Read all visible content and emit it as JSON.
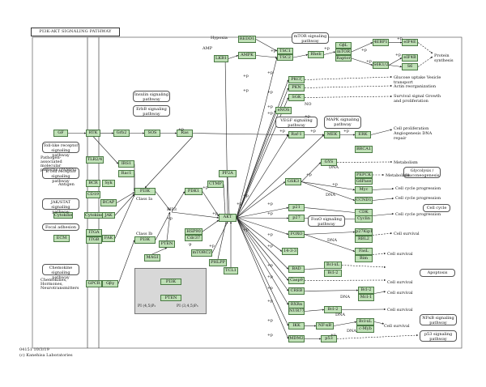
{
  "diagram": {
    "title": "PI3K-AKT SIGNALING PATHWAY",
    "footer": {
      "code": "04151 10/3/19",
      "copyright": "(c) Kanehisa Laboratories"
    },
    "inset": {
      "pi3k": "PI3K",
      "pten": "PTEN",
      "pip2": "PI (4,5)P₂",
      "pip3": "PI (3,4,5)P₃"
    }
  },
  "genes": [
    {
      "id": "GF",
      "label": "GF"
    },
    {
      "id": "RTK",
      "label": "RTK"
    },
    {
      "id": "Grb2",
      "label": "Grb2"
    },
    {
      "id": "SOS",
      "label": "SOS"
    },
    {
      "id": "Ras",
      "label": "Ras"
    },
    {
      "id": "TLR24",
      "label": "TLR2/4"
    },
    {
      "id": "BCR",
      "label": "BCR"
    },
    {
      "id": "Syk",
      "label": "Syk"
    },
    {
      "id": "CD19",
      "label": "CD19"
    },
    {
      "id": "BCAP",
      "label": "BCAP"
    },
    {
      "id": "Cytokine",
      "label": "Cytokine"
    },
    {
      "id": "CytokineR",
      "label": "CytokineR"
    },
    {
      "id": "JAK",
      "label": "JAK"
    },
    {
      "id": "ECM",
      "label": "ECM"
    },
    {
      "id": "ITGA",
      "label": "ITGA"
    },
    {
      "id": "ITGB",
      "label": "ITGB"
    },
    {
      "id": "FAK",
      "label": "FAK"
    },
    {
      "id": "GPCR",
      "label": "GPCR"
    },
    {
      "id": "Gby",
      "label": "Gβγ"
    },
    {
      "id": "IRS1",
      "label": "IRS1"
    },
    {
      "id": "Rac1",
      "label": "Rac1"
    },
    {
      "id": "PI3K_Ia",
      "label": "PI3K"
    },
    {
      "id": "PI3K_Ib",
      "label": "PI3K"
    },
    {
      "id": "PTEN",
      "label": "PTEN"
    },
    {
      "id": "MAGI",
      "label": "MAGI"
    },
    {
      "id": "PDK1",
      "label": "PDK1"
    },
    {
      "id": "PP2A",
      "label": "PP2A"
    },
    {
      "id": "CTMP",
      "label": "CTMP"
    },
    {
      "id": "HSP90",
      "label": "HSP90"
    },
    {
      "id": "Cdc37",
      "label": "Cdc37"
    },
    {
      "id": "mTORC2",
      "label": "mTORC2"
    },
    {
      "id": "PHLPP",
      "label": "PHLPP"
    },
    {
      "id": "TCL1",
      "label": "TCL1"
    },
    {
      "id": "AKT",
      "label": "AKT"
    },
    {
      "id": "REDD1",
      "label": "REDD1"
    },
    {
      "id": "AMPK",
      "label": "AMPK"
    },
    {
      "id": "LKB1",
      "label": "LKB1"
    },
    {
      "id": "TSC1",
      "label": "TSC1"
    },
    {
      "id": "TSC2",
      "label": "TSC2"
    },
    {
      "id": "Rheb",
      "label": "Rheb"
    },
    {
      "id": "GbL",
      "label": "GβL"
    },
    {
      "id": "mTOR",
      "label": "mTOR"
    },
    {
      "id": "Raptor",
      "label": "Raptor"
    },
    {
      "id": "4EBP1",
      "label": "4EBP1"
    },
    {
      "id": "eIF4E",
      "label": "eIF4E"
    },
    {
      "id": "S6K12",
      "label": "S6K1/2"
    },
    {
      "id": "eIF4B",
      "label": "eIF4B"
    },
    {
      "id": "S6",
      "label": "S6"
    },
    {
      "id": "PKCz",
      "label": "PKCζ"
    },
    {
      "id": "PKN",
      "label": "PKN"
    },
    {
      "id": "SGK",
      "label": "SGK"
    },
    {
      "id": "eNOS",
      "label": "eNOS"
    },
    {
      "id": "Raf1",
      "label": "Raf-1"
    },
    {
      "id": "MEK",
      "label": "MEK"
    },
    {
      "id": "ERK",
      "label": "ERK"
    },
    {
      "id": "BRCA1",
      "label": "BRCA1"
    },
    {
      "id": "GYS",
      "label": "GYS"
    },
    {
      "id": "GSK3",
      "label": "GSK3"
    },
    {
      "id": "PEPCK",
      "label": "PEPCK"
    },
    {
      "id": "G6Pase",
      "label": "G6Pase"
    },
    {
      "id": "Myc",
      "label": "Myc"
    },
    {
      "id": "CCND1",
      "label": "CCND1"
    },
    {
      "id": "p21",
      "label": "p21"
    },
    {
      "id": "p27",
      "label": "p27"
    },
    {
      "id": "CDK",
      "label": "CDK"
    },
    {
      "id": "Cyclin",
      "label": "Cyclin"
    },
    {
      "id": "FOXO",
      "label": "FOXO"
    },
    {
      "id": "p27Kip1",
      "label": "p27Kip1"
    },
    {
      "id": "RBL2",
      "label": "RBL2"
    },
    {
      "id": "FasL",
      "label": "FasL"
    },
    {
      "id": "Bim",
      "label": "Bim"
    },
    {
      "id": "1433",
      "label": "14-3-3"
    },
    {
      "id": "BAD",
      "label": "BAD"
    },
    {
      "id": "BclxL",
      "label": "Bcl-xL"
    },
    {
      "id": "Bcl2a",
      "label": "Bcl-2"
    },
    {
      "id": "Casp9",
      "label": "Casp9"
    },
    {
      "id": "CREB",
      "label": "CREB"
    },
    {
      "id": "Bcl2b",
      "label": "Bcl-2"
    },
    {
      "id": "Mcl1",
      "label": "Mcl-1"
    },
    {
      "id": "RXRa",
      "label": "RXRα"
    },
    {
      "id": "NUR77",
      "label": "NUR77"
    },
    {
      "id": "Bcl2c",
      "label": "Bcl-2"
    },
    {
      "id": "IKK",
      "label": "IKK"
    },
    {
      "id": "NFkB",
      "label": "NF-κB"
    },
    {
      "id": "BclxL2",
      "label": "Bcl-xL"
    },
    {
      "id": "cMyb",
      "label": "c-Myb"
    },
    {
      "id": "MDM2",
      "label": "MDM2"
    },
    {
      "id": "p53",
      "label": "p53"
    }
  ],
  "maps": [
    {
      "id": "m_tlr",
      "label": "Toll-like receptor signaling pathway"
    },
    {
      "id": "m_bcr",
      "label": "B cell receptor signaling pathway"
    },
    {
      "id": "m_jak",
      "label": "JAK/STAT signaling pathway"
    },
    {
      "id": "m_focal",
      "label": "Focal adhesion"
    },
    {
      "id": "m_chemo",
      "label": "Chemokine signaling pathway"
    },
    {
      "id": "m_insulin",
      "label": "Insulin signaling pathway"
    },
    {
      "id": "m_erbb",
      "label": "ErbB signaling pathway"
    },
    {
      "id": "m_mtor",
      "label": "mTOR signaling pathway"
    },
    {
      "id": "m_vegf",
      "label": "VEGF signaling pathway"
    },
    {
      "id": "m_mapk",
      "label": "MAPK signaling pathway"
    },
    {
      "id": "m_glyco",
      "label": "Glycolysis / Gluconeogenesis"
    },
    {
      "id": "m_cellcycle",
      "label": "Cell cycle"
    },
    {
      "id": "m_foxo",
      "label": "FoxO signaling pathway"
    },
    {
      "id": "m_apoptosis",
      "label": "Apoptosis"
    },
    {
      "id": "m_nfkb",
      "label": "NFκB signaling pathway"
    },
    {
      "id": "m_p53",
      "label": "p53 signaling pathway"
    }
  ],
  "labels": [
    {
      "id": "t_pamp",
      "text": "Pathogen-associated molecular patterns (PAMPs)"
    },
    {
      "id": "t_antigen",
      "text": "Antigen"
    },
    {
      "id": "t_chemokines",
      "text": "Chemokines, Hormones, Neurotransmitters"
    },
    {
      "id": "t_hypoxia",
      "text": "Hypoxia"
    },
    {
      "id": "t_amp",
      "text": "AMP"
    },
    {
      "id": "t_classIa",
      "text": "Class Ia"
    },
    {
      "id": "t_classIb",
      "text": "Class Ib"
    },
    {
      "id": "t_pip3",
      "text": "PIP3"
    },
    {
      "id": "t_no",
      "text": "NO"
    },
    {
      "id": "t_dna1",
      "text": "DNA"
    },
    {
      "id": "t_dna2",
      "text": "DNA"
    },
    {
      "id": "t_dna3",
      "text": "DNA"
    },
    {
      "id": "t_dna4",
      "text": "DNA"
    },
    {
      "id": "t_dna5",
      "text": "DNA"
    },
    {
      "id": "t_dna6",
      "text": "DNA"
    }
  ],
  "outcomes": [
    {
      "id": "o_protein",
      "text": "Protein synthesis"
    },
    {
      "id": "o_glucose",
      "text": "Glucose uptake Vesicle transport"
    },
    {
      "id": "o_actin",
      "text": "Actin reorganization"
    },
    {
      "id": "o_survival",
      "text": "Survival signal Growth and proliferation"
    },
    {
      "id": "o_prolif",
      "text": "Cell proliferation Angiogenesis DNA repair"
    },
    {
      "id": "o_metab1",
      "text": "Metabolism"
    },
    {
      "id": "o_metab2",
      "text": "Metabolism"
    },
    {
      "id": "o_cc1",
      "text": "Cell cycle progression"
    },
    {
      "id": "o_cc2",
      "text": "Cell cycle progression"
    },
    {
      "id": "o_cc3",
      "text": "Cell cycle progression"
    },
    {
      "id": "o_cs1",
      "text": "Cell survival"
    },
    {
      "id": "o_cs2",
      "text": "Cell survival"
    },
    {
      "id": "o_cs3",
      "text": "Cell survival"
    },
    {
      "id": "o_cs4",
      "text": "Cell survival"
    },
    {
      "id": "o_cs5",
      "text": "Cell survival"
    },
    {
      "id": "o_cs6",
      "text": "Cell survival"
    }
  ],
  "marks": [
    "+p",
    "+p",
    "+p",
    "+p",
    "+p",
    "+p",
    "+p",
    "+p",
    "+p",
    "+p",
    "+p",
    "+p",
    "+p",
    "+p",
    "+p",
    "+p",
    "+p",
    "+p",
    "+p",
    "+p",
    "+p",
    "+p",
    "+p",
    "+p",
    "+p",
    "+p",
    "+p",
    "+p",
    "+p",
    "+p",
    "+p",
    "+p",
    "+p",
    "+p",
    "+p",
    "+p",
    "-p",
    "+u"
  ]
}
